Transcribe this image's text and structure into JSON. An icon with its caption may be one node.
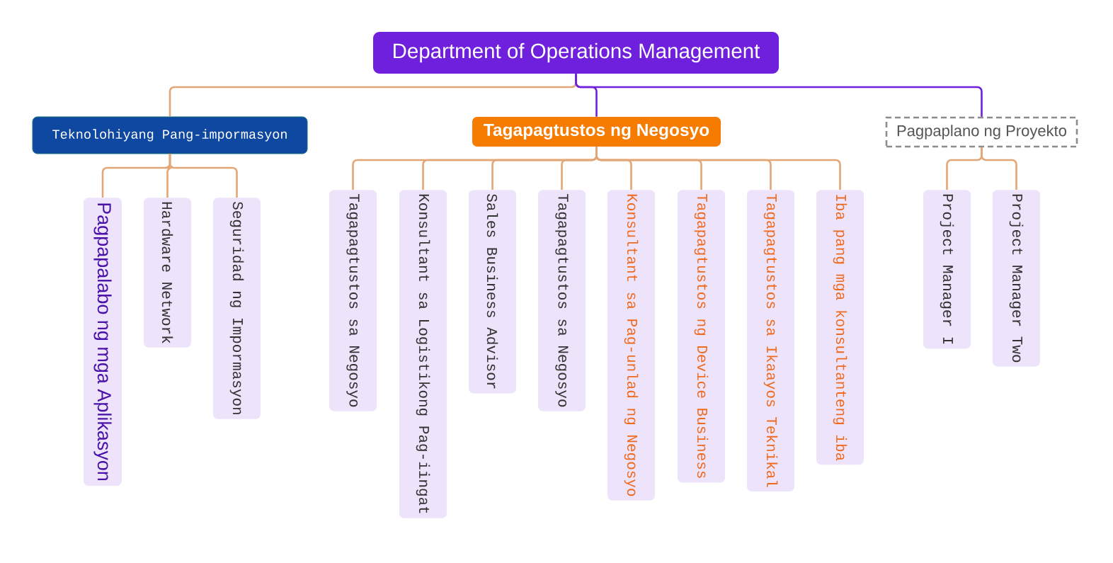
{
  "diagram": {
    "nodes": [
      {
        "text": [
          "Department of Operations Management"
        ]
      },
      {
        "text": [
          "Teknolohiyang Pang-impormasyon"
        ]
      },
      {
        "text": [
          "Tagapagtustos ng Negosyo"
        ]
      },
      {
        "text": [
          "Pagpaplano ng Proyekto"
        ]
      },
      {
        "text": [
          "Pagpapalabo ng mga Aplikasyon"
        ]
      },
      {
        "text": [
          "Hardware Network"
        ]
      },
      {
        "text": [
          "Seguridad ng Impormasyon"
        ]
      },
      {
        "text": [
          "Tagapagtustos sa Negosyo"
        ]
      },
      {
        "text": [
          "Konsultant sa Logistikong Pag-iingat"
        ]
      },
      {
        "text": [
          "Sales Business Advisor"
        ]
      },
      {
        "text": [
          "Tagapagtustos sa Negosyo"
        ]
      },
      {
        "text": [
          "Konsultant sa Pag-unlad ng Negosyo"
        ]
      },
      {
        "text": [
          "Tagapagtustos ng Device Business"
        ]
      },
      {
        "text": [
          "Tagapagtustos sa Ikaayos Teknikal"
        ]
      },
      {
        "text": [
          "Iba pang mga konsultanteng iba"
        ]
      },
      {
        "text": [
          "Project Manager I"
        ]
      },
      {
        "text": [
          "Project Manager Two"
        ]
      }
    ],
    "edges": [
      {
        "from": 0,
        "to": 1,
        "arrow": "none"
      },
      {
        "from": 0,
        "to": 2,
        "arrow": "none",
        "color": "#6f20dd"
      },
      {
        "from": 0,
        "to": 3,
        "arrow": "none",
        "color": "#6f20dd"
      },
      {
        "from": 1,
        "to": 4,
        "arrow": "none"
      },
      {
        "from": 1,
        "to": 5,
        "arrow": "none"
      },
      {
        "from": 1,
        "to": 6,
        "arrow": "none"
      },
      {
        "from": 2,
        "to": 7,
        "arrow": "none"
      },
      {
        "from": 2,
        "to": 8,
        "arrow": "none"
      },
      {
        "from": 2,
        "to": 9,
        "arrow": "none"
      },
      {
        "from": 2,
        "to": 10,
        "arrow": "none"
      },
      {
        "from": 2,
        "to": 11,
        "arrow": "none"
      },
      {
        "from": 2,
        "to": 12,
        "arrow": "none"
      },
      {
        "from": 2,
        "to": 13,
        "arrow": "none"
      },
      {
        "from": 2,
        "to": 14,
        "arrow": "none"
      },
      {
        "from": 3,
        "to": 15,
        "arrow": "none"
      },
      {
        "from": 3,
        "to": 16,
        "arrow": "none"
      }
    ]
  }
}
